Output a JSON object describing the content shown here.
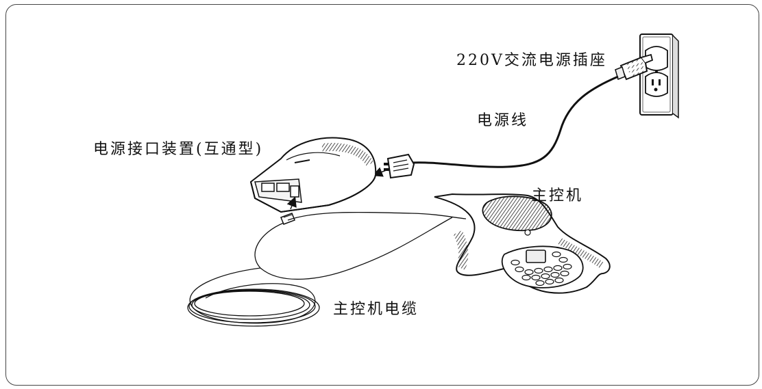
{
  "labels": {
    "outlet": "220V交流电源插座",
    "power_cord": "电源线",
    "power_interface": "电源接口装置(互通型)",
    "main_unit": "主控机",
    "main_cable": "主控机电缆"
  }
}
